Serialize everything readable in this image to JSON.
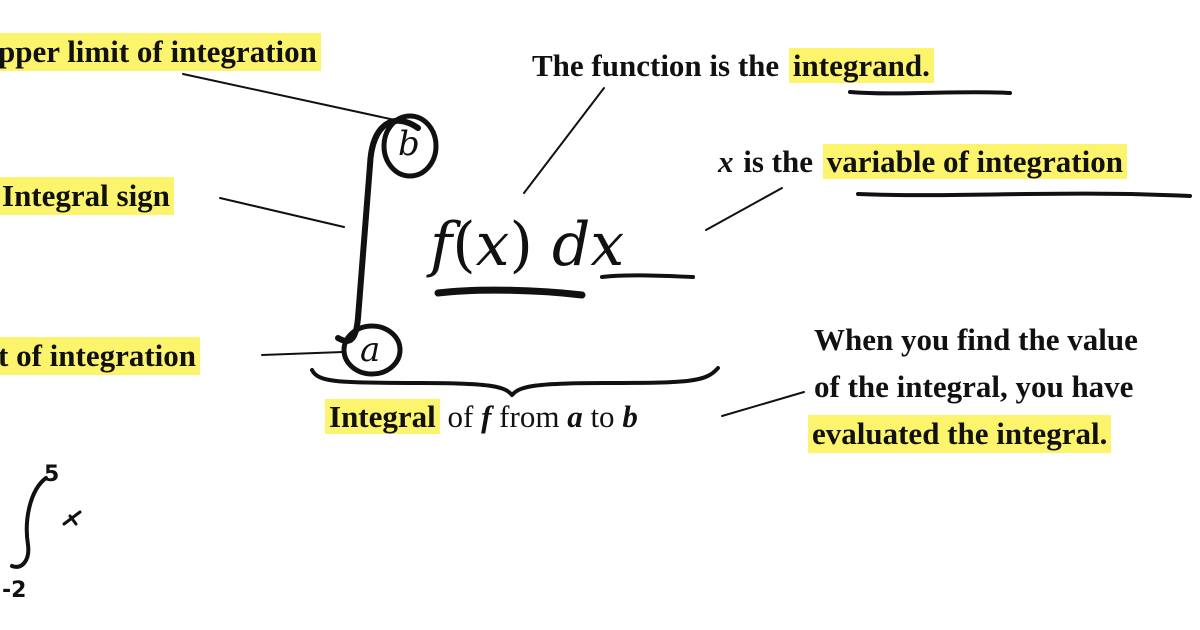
{
  "labels": {
    "upper_limit": "pper limit of integration",
    "integral_sign": "Integral sign",
    "lower_limit": "t of integration",
    "function_prefix": "The function is the ",
    "integrand": "integrand.",
    "variable_prefix": "x",
    "variable_mid": " is the ",
    "variable": "variable of integration",
    "integral_word": "Integral",
    "of_text": " of ",
    "f_symbol": "f",
    "from_text": " from ",
    "a_symbol": "a",
    "to_text": " to ",
    "b_symbol": "b",
    "evaluate_line1": "When you find the value",
    "evaluate_line2": "of the integral, you have",
    "evaluate_line3": "evaluated the integral."
  },
  "expression": {
    "f": "f",
    "lparen": "(",
    "x": "x",
    "rparen": ")",
    "dx": "dx",
    "upper_bound": "b",
    "lower_bound": "a"
  },
  "scribble": {
    "upper": "5",
    "lower": "-2"
  },
  "colors": {
    "highlight": "#fbf46c",
    "ink": "#111111"
  }
}
